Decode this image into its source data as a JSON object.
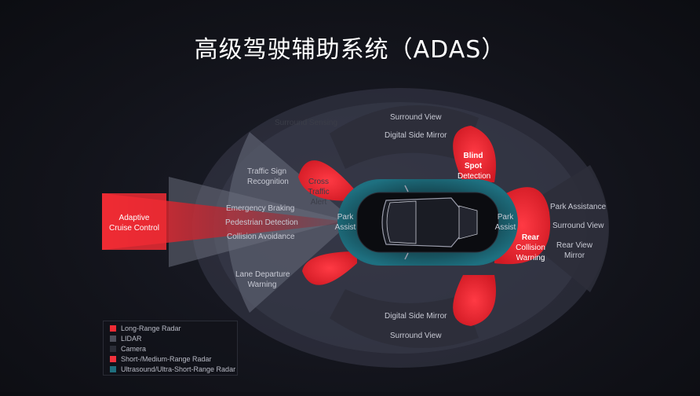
{
  "title": "高级驾驶辅助系统（ADAS）",
  "colors": {
    "long_range_radar": "#ef2b34",
    "lidar": "#5a5c68",
    "camera": "#3a3c48",
    "short_medium_radar": "#f0323c",
    "ultrasound": "#1f6f7e"
  },
  "labels": {
    "surround_sensing": "Surround Sensing",
    "surround_view_top": "Surround View",
    "digital_side_mirror_top": "Digital Side Mirror",
    "blind_spot_1": "Blind",
    "blind_spot_2": "Spot",
    "blind_spot_3": "Detection",
    "traffic_sign_1": "Traffic Sign",
    "traffic_sign_2": "Recognition",
    "cross_traffic_1": "Cross",
    "cross_traffic_2": "Traffic",
    "cross_traffic_3": "Alert",
    "adaptive_cruise_1": "Adaptive",
    "adaptive_cruise_2": "Cruise Control",
    "emergency_braking": "Emergency Braking",
    "pedestrian_detection": "Pedestrian Detection",
    "collision_avoidance": "Collision Avoidance",
    "park_assist_front_1": "Park",
    "park_assist_front_2": "Assist",
    "park_assist_rear_1": "Park",
    "park_assist_rear_2": "Assist",
    "rear_collision_1": "Rear",
    "rear_collision_2": "Collision",
    "rear_collision_3": "Warning",
    "park_assistance": "Park Assistance",
    "surround_view_right": "Surround View",
    "rear_view_mirror_1": "Rear View",
    "rear_view_mirror_2": "Mirror",
    "lane_departure_1": "Lane Departure",
    "lane_departure_2": "Warning",
    "digital_side_mirror_bottom": "Digital Side Mirror",
    "surround_view_bottom": "Surround View"
  },
  "legend": [
    {
      "label": "Long-Range Radar",
      "color": "#ef2b34"
    },
    {
      "label": "LIDAR",
      "color": "#4d4f5b"
    },
    {
      "label": "Camera",
      "color": "#2c2e38"
    },
    {
      "label": "Short-/Medium-Range Radar",
      "color": "#f0323c"
    },
    {
      "label": "Ultrasound/Ultra-Short-Range Radar",
      "color": "#1f6f7e"
    }
  ]
}
